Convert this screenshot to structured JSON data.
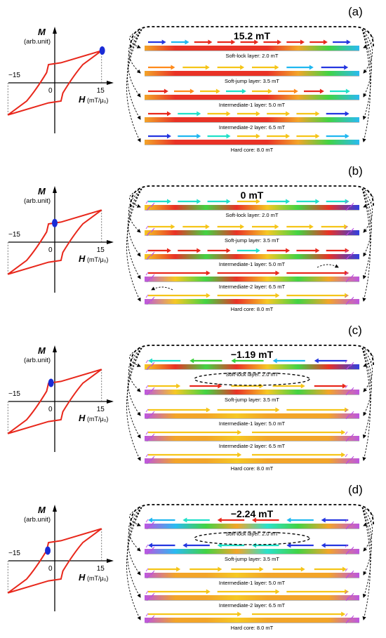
{
  "axis": {
    "m_label": "M",
    "m_unit": "(arb.unit)",
    "h_label": "H",
    "h_unit": "(mT/μ₀)",
    "tick_neg": "−15",
    "tick_zero": "0",
    "tick_pos": "15"
  },
  "layers": [
    {
      "label": "Soft-lock layer: 2.0 mT"
    },
    {
      "label": "Soft-jump layer: 3.5 mT"
    },
    {
      "label": "Intermediate-1 layer: 5.0 mT"
    },
    {
      "label": "Intermediate-2 layer: 6.5 mT"
    },
    {
      "label": "Hard core: 8.0 mT"
    }
  ],
  "panels": [
    {
      "letter": "(a)",
      "field": "15.2 mT",
      "marker_h": 15.2
    },
    {
      "letter": "(b)",
      "field": "0 mT",
      "marker_h": 0
    },
    {
      "letter": "(c)",
      "field": "−1.19 mT",
      "marker_h": -1.19
    },
    {
      "letter": "(d)",
      "field": "−2.24 mT",
      "marker_h": -2.24
    }
  ],
  "colors": {
    "loop": "#e8271b",
    "marker": "#1a2bd6",
    "guide": "#000000",
    "arrow_palette": [
      "#e8271b",
      "#ff8a1a",
      "#f5c518",
      "#38d13a",
      "#1fe0c8",
      "#1fb7f0",
      "#2436e0",
      "#b94de0"
    ]
  }
}
